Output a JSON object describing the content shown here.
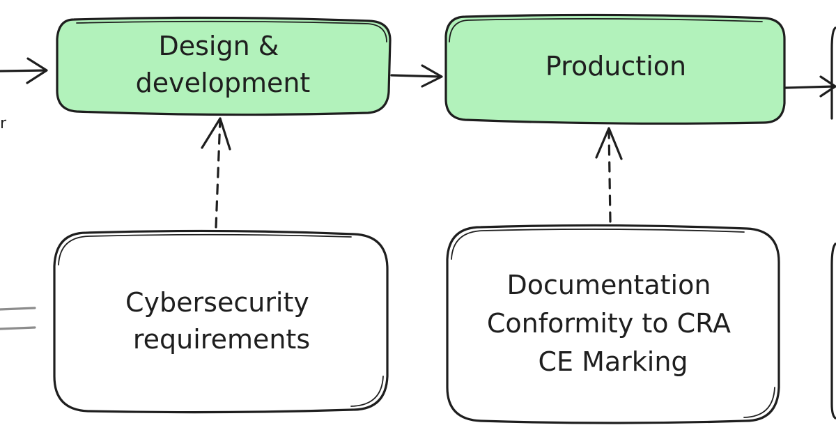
{
  "colors": {
    "stage_fill": "#b2f2bb",
    "info_fill": "#ffffff",
    "stroke": "#1e1e1e",
    "partial_line": "#8c8c8c"
  },
  "stages": [
    {
      "id": "design",
      "lines": [
        "Design &",
        "development"
      ]
    },
    {
      "id": "production",
      "lines": [
        "Production"
      ]
    }
  ],
  "info_boxes": [
    {
      "id": "cybersecurity",
      "lines": [
        "Cybersecurity",
        "requirements"
      ]
    },
    {
      "id": "documentation",
      "lines": [
        "Documentation",
        "Conformity to CRA",
        "CE Marking"
      ]
    }
  ],
  "left_fragment_label": "r"
}
